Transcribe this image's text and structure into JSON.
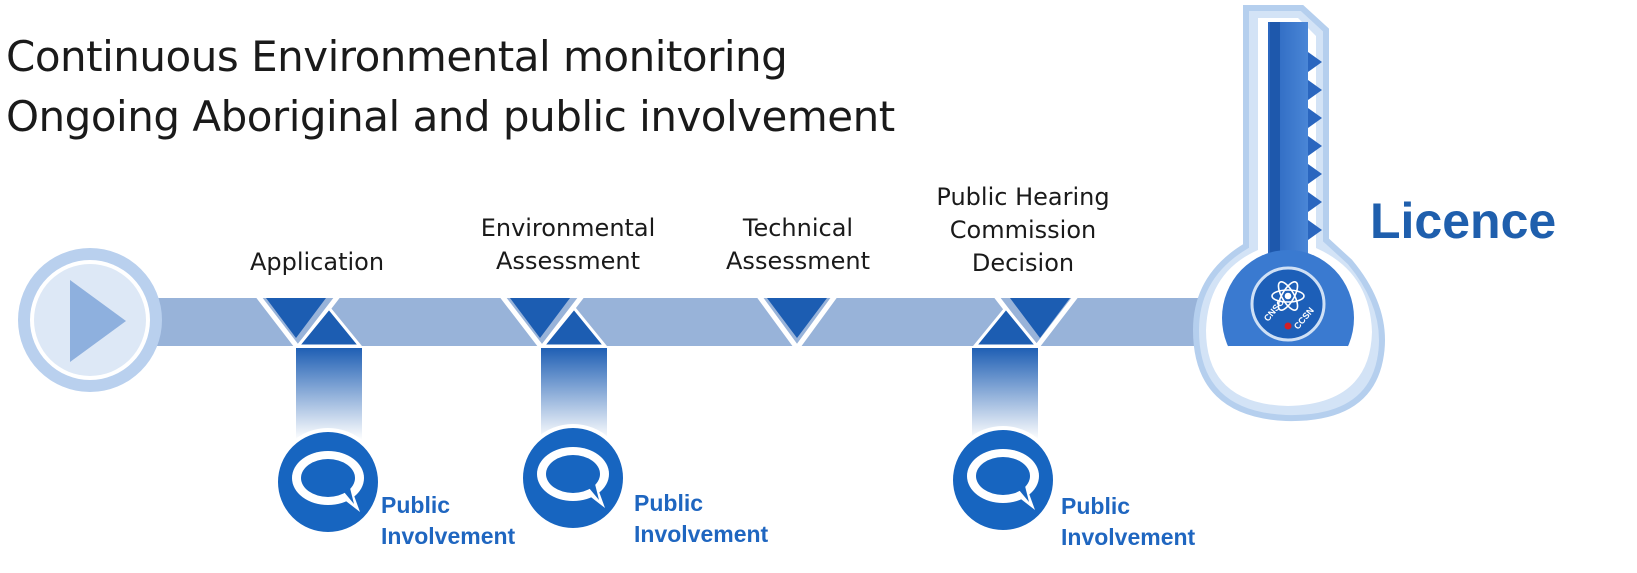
{
  "header": {
    "line1": "Continuous Environmental monitoring",
    "line2": "Ongoing Aboriginal and public involvement"
  },
  "stages": [
    {
      "lines": [
        "Application"
      ]
    },
    {
      "lines": [
        "Environmental",
        "Assessment"
      ]
    },
    {
      "lines": [
        "Technical",
        "Assessment"
      ]
    },
    {
      "lines": [
        "Public Hearing",
        "Commission",
        "Decision"
      ]
    }
  ],
  "public_involvement": [
    {
      "line1": "Public",
      "line2": "Involvement"
    },
    {
      "line1": "Public",
      "line2": "Involvement"
    },
    {
      "line1": "Public",
      "line2": "Involvement"
    }
  ],
  "licence_label": "Licence",
  "key_seal": {
    "left": "CNSC",
    "right": "CCSN"
  },
  "colors": {
    "timeline": "#98b3d9",
    "marker": "#1c5db2",
    "bubble": "#1765c0",
    "key_body": "#3a7ad0",
    "key_outline": "#b5cfee",
    "licence_text": "#1f5fad"
  },
  "icons": [
    "play-icon",
    "triangle-down-marker",
    "triangle-up-marker",
    "speech-bubble-icon",
    "key-icon",
    "atom-seal-icon"
  ]
}
